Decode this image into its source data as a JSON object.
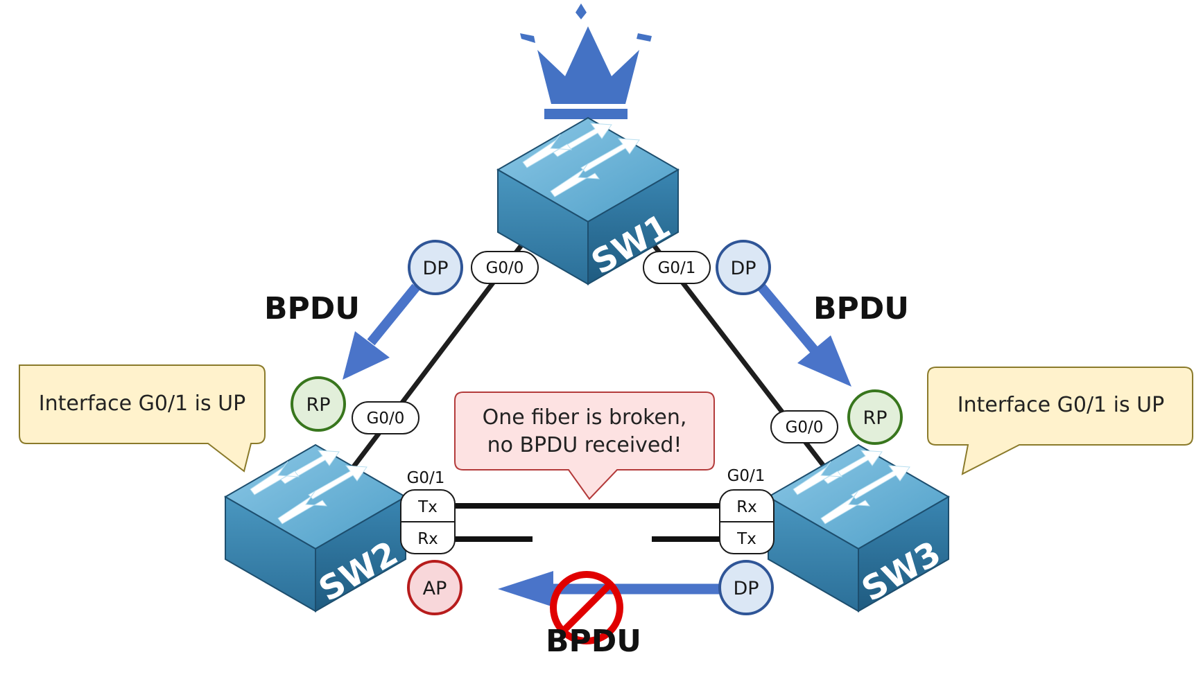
{
  "switches": {
    "sw1": {
      "label": "SW1",
      "ports": {
        "left": "G0/0",
        "right": "G0/1"
      }
    },
    "sw2": {
      "label": "SW2",
      "ports": {
        "top": "G0/0",
        "fiber": "G0/1",
        "tx": "Tx",
        "rx": "Rx"
      }
    },
    "sw3": {
      "label": "SW3",
      "ports": {
        "top": "G0/0",
        "fiber": "G0/1",
        "rx": "Rx",
        "tx": "Tx"
      }
    }
  },
  "roles": {
    "sw1_left": "DP",
    "sw1_right": "DP",
    "sw2_root": "RP",
    "sw3_root": "RP",
    "sw2_alt": "AP",
    "sw3_desig": "DP"
  },
  "bpdu": {
    "left": "BPDU",
    "right": "BPDU",
    "bottom": "BPDU"
  },
  "callouts": {
    "left": "Interface G0/1 is UP",
    "right": "Interface G0/1 is UP",
    "center_line1": "One fiber is broken,",
    "center_line2": "no BPDU received!"
  },
  "colors": {
    "crown": "#4472c4",
    "arrow": "#4a74c9",
    "switch_top": "#6fb0d4",
    "switch_side": "#3a86b0",
    "dp_fill": "#dbe7f5",
    "dp_stroke": "#2f5597",
    "rp_fill": "#e2efda",
    "rp_stroke": "#38761d",
    "ap_fill": "#f8d7da",
    "ap_stroke": "#b71c1c",
    "callout_yellow": "#fff2cc",
    "callout_red": "#fde2e2",
    "stop": "#e00000"
  }
}
